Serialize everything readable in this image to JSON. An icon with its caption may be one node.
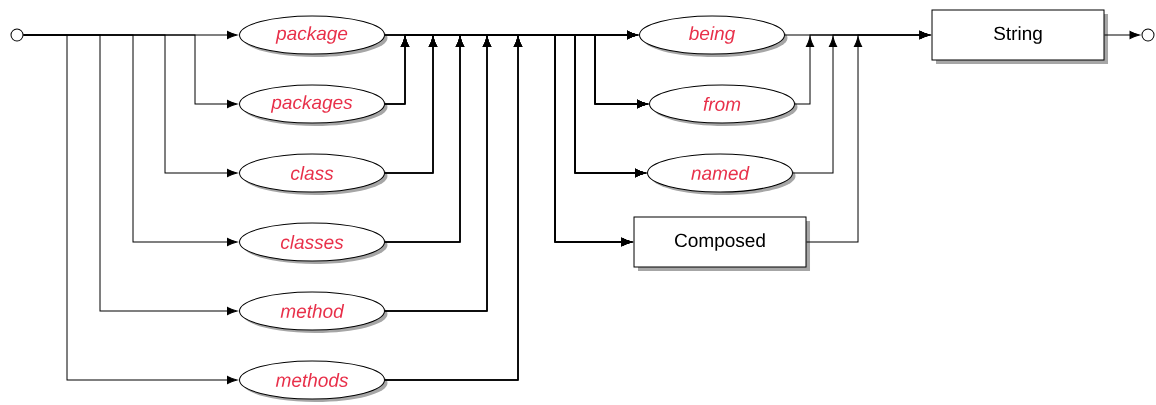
{
  "diagram": {
    "nodes": [
      {
        "text": [],
        "shape": "circle"
      },
      {
        "text": [
          "package"
        ]
      },
      {
        "text": [
          "packages"
        ]
      },
      {
        "text": [
          "class"
        ]
      },
      {
        "text": [
          "classes"
        ]
      },
      {
        "text": [
          "method"
        ]
      },
      {
        "text": [
          "methods"
        ]
      },
      {
        "text": [
          "being"
        ]
      },
      {
        "text": [
          "from"
        ]
      },
      {
        "text": [
          "named"
        ]
      },
      {
        "text": [
          "Composed"
        ]
      },
      {
        "text": [
          "String"
        ]
      },
      {
        "text": [],
        "shape": "circle"
      }
    ],
    "edges": [
      {
        "from": 0,
        "to": 1,
        "arrow": "to"
      },
      {
        "from": 0,
        "to": 2,
        "arrow": "to"
      },
      {
        "from": 0,
        "to": 3,
        "arrow": "to"
      },
      {
        "from": 0,
        "to": 4,
        "arrow": "to"
      },
      {
        "from": 0,
        "to": 5,
        "arrow": "to"
      },
      {
        "from": 0,
        "to": 6,
        "arrow": "to"
      },
      {
        "from": 1,
        "to": 7,
        "arrow": "to"
      },
      {
        "from": 1,
        "to": 8,
        "arrow": "to"
      },
      {
        "from": 1,
        "to": 9,
        "arrow": "to"
      },
      {
        "from": 1,
        "to": 10,
        "arrow": "to"
      },
      {
        "from": 2,
        "to": 7,
        "arrow": "to"
      },
      {
        "from": 2,
        "to": 8,
        "arrow": "to"
      },
      {
        "from": 2,
        "to": 9,
        "arrow": "to"
      },
      {
        "from": 2,
        "to": 10,
        "arrow": "to"
      },
      {
        "from": 3,
        "to": 7,
        "arrow": "to"
      },
      {
        "from": 3,
        "to": 8,
        "arrow": "to"
      },
      {
        "from": 3,
        "to": 9,
        "arrow": "to"
      },
      {
        "from": 3,
        "to": 10,
        "arrow": "to"
      },
      {
        "from": 4,
        "to": 7,
        "arrow": "to"
      },
      {
        "from": 4,
        "to": 8,
        "arrow": "to"
      },
      {
        "from": 4,
        "to": 9,
        "arrow": "to"
      },
      {
        "from": 4,
        "to": 10,
        "arrow": "to"
      },
      {
        "from": 5,
        "to": 7,
        "arrow": "to"
      },
      {
        "from": 5,
        "to": 8,
        "arrow": "to"
      },
      {
        "from": 5,
        "to": 9,
        "arrow": "to"
      },
      {
        "from": 5,
        "to": 10,
        "arrow": "to"
      },
      {
        "from": 6,
        "to": 7,
        "arrow": "to"
      },
      {
        "from": 6,
        "to": 8,
        "arrow": "to"
      },
      {
        "from": 6,
        "to": 9,
        "arrow": "to"
      },
      {
        "from": 6,
        "to": 10,
        "arrow": "to"
      },
      {
        "from": 7,
        "to": 11,
        "arrow": "to"
      },
      {
        "from": 8,
        "to": 11,
        "arrow": "to"
      },
      {
        "from": 9,
        "to": 11,
        "arrow": "to"
      },
      {
        "from": 10,
        "to": 11,
        "arrow": "to"
      },
      {
        "from": 11,
        "to": 12,
        "arrow": "to"
      }
    ]
  }
}
